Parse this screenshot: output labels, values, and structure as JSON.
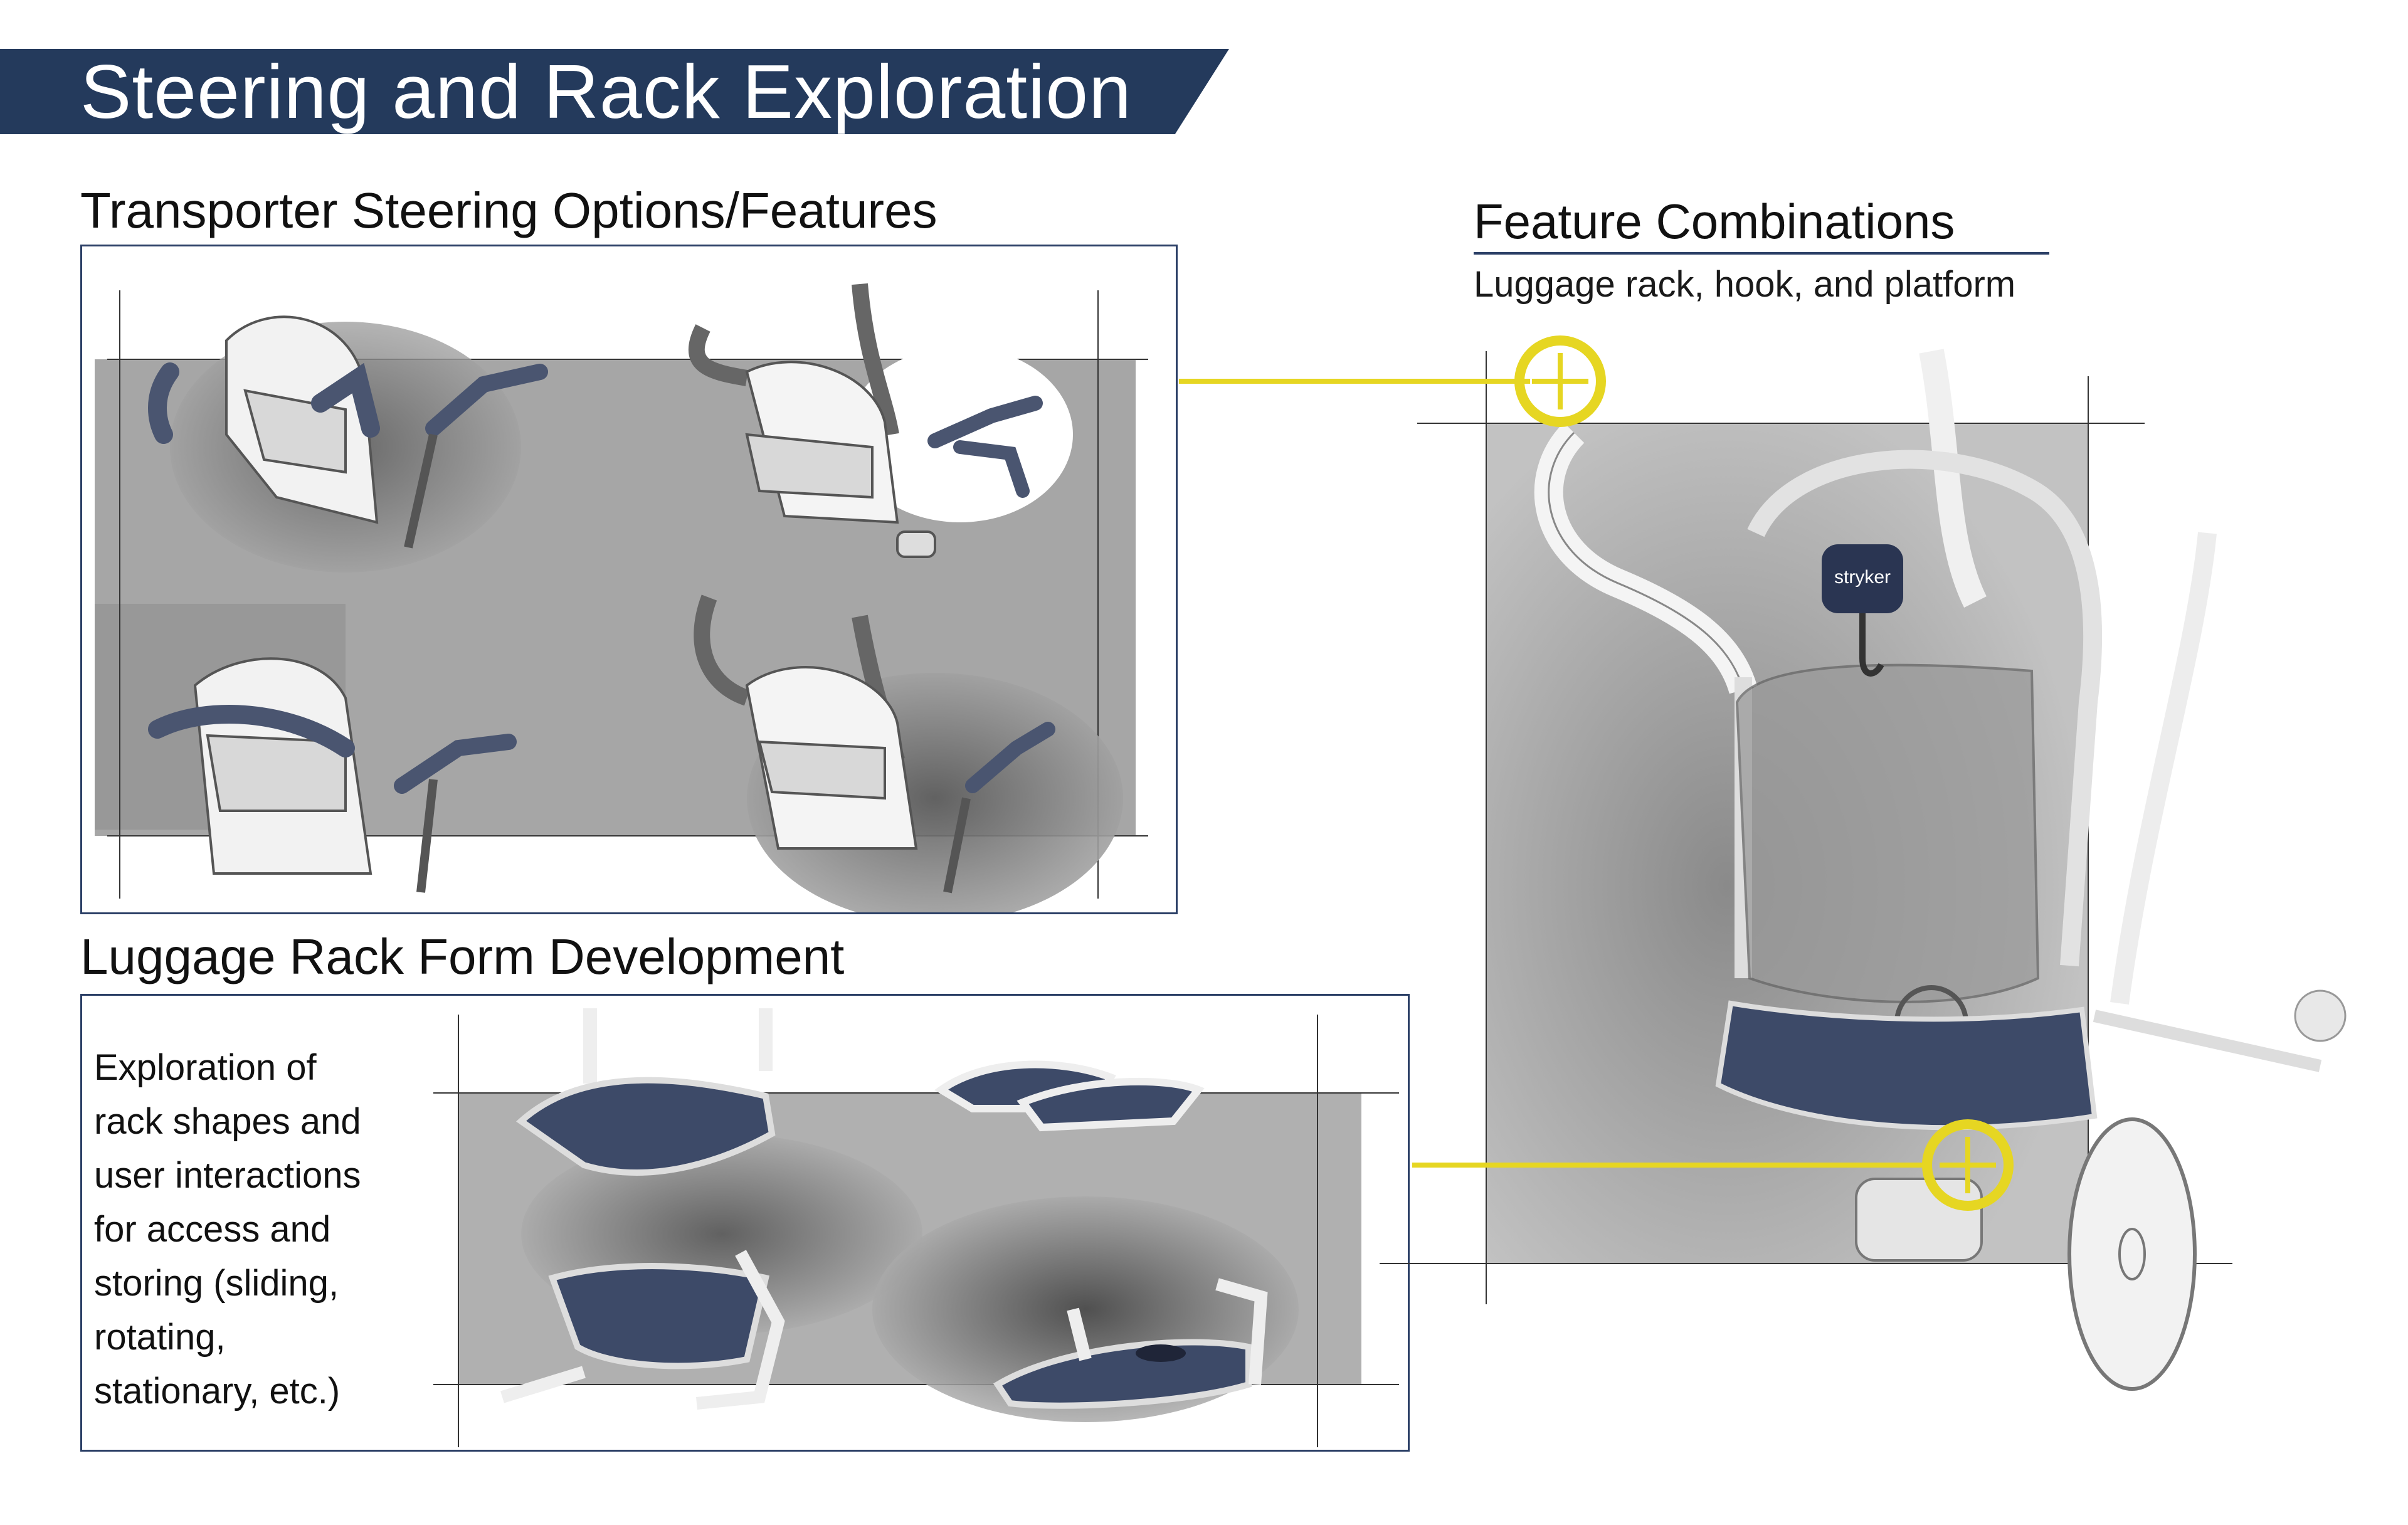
{
  "page": {
    "title": "Steering and Rack Exploration"
  },
  "steering": {
    "title": "Transporter Steering Options/Features"
  },
  "rack": {
    "title": "Luggage Rack Form Development",
    "description": "Exploration of\nrack shapes and\nuser interactions\nfor access and\nstoring (sliding,\nrotating,\nstationary, etc.)"
  },
  "features": {
    "title": "Feature Combinations",
    "subtitle": "Luggage rack, hook, and platform"
  },
  "illustration": {
    "brand_mark": "stryker"
  },
  "colors": {
    "banner": "#243a5c",
    "panel_border": "#2b3f66",
    "callout": "#e6d622",
    "handle": "#4a5570",
    "rack_fill": "#3d4a68",
    "sketch_bg": "#a0a0a0"
  }
}
